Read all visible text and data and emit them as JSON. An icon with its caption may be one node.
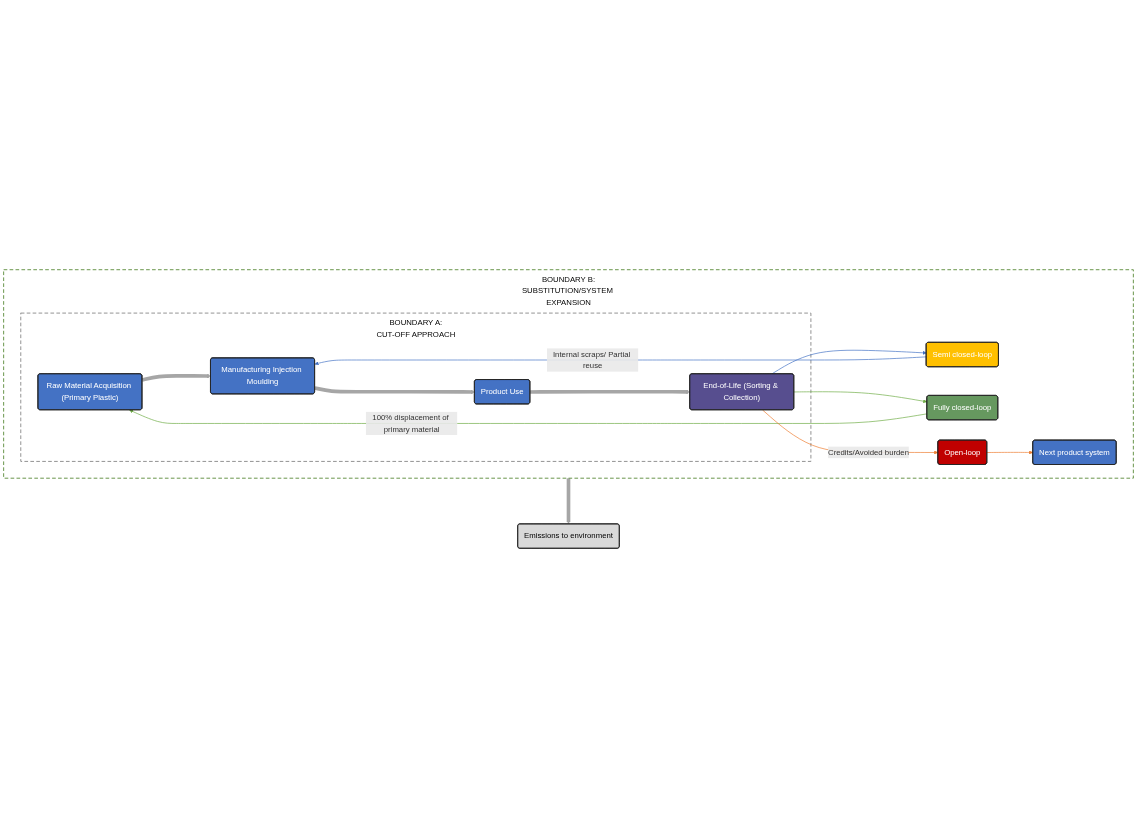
{
  "diagram": {
    "nodes": [
      {
        "text": [
          "BOUNDARY B:",
          "SUBSTITUTION/SYSTEM EXPANSION"
        ]
      },
      {
        "text": [
          "BOUNDARY A:",
          "CUT-OFF APPROACH"
        ],
        "in": 0
      },
      {
        "text": [
          "Raw Material Acquisition (Primary Plastic)"
        ],
        "in": 1
      },
      {
        "text": [
          "Manufacturing Injection Moulding"
        ],
        "in": 1
      },
      {
        "text": [
          "Product Use"
        ],
        "in": 1
      },
      {
        "text": [
          "End-of-Life (Sorting & Collection)"
        ],
        "in": 1
      },
      {
        "text": [
          "Semi closed-loop"
        ],
        "in": 0
      },
      {
        "text": [
          "Fully closed-loop"
        ],
        "in": 0
      },
      {
        "text": [
          "Open-loop"
        ],
        "in": 0
      },
      {
        "text": [
          "Next product system"
        ],
        "in": 0
      },
      {
        "text": [
          "Emissions to environment"
        ]
      }
    ],
    "edges": [
      {
        "from": 2,
        "to": 3,
        "arrow": "to",
        "style": "thick",
        "color": "#a6a6a6"
      },
      {
        "from": 3,
        "to": 4,
        "arrow": "to",
        "style": "thick",
        "color": "#a6a6a6"
      },
      {
        "from": 4,
        "to": 5,
        "arrow": "to",
        "style": "thick",
        "color": "#a6a6a6"
      },
      {
        "from": 5,
        "to": 6,
        "arrow": "to",
        "color": "#4472c4"
      },
      {
        "from": 6,
        "to": 3,
        "arrow": "to",
        "label": "Internal scraps/ Partial reuse",
        "color": "#4472c4"
      },
      {
        "from": 5,
        "to": 7,
        "arrow": "to",
        "color": "#70ad47"
      },
      {
        "from": 7,
        "to": 2,
        "arrow": "to",
        "label": "100% displacement of primary material",
        "color": "#70ad47"
      },
      {
        "from": 5,
        "to": 8,
        "arrow": "to",
        "label": "Credits/Avoided burden",
        "color": "#ed7d31"
      },
      {
        "from": 8,
        "to": 9,
        "arrow": "to",
        "color": "#ed7d31"
      },
      {
        "from": 0,
        "to": 10,
        "arrow": "to",
        "style": "thick",
        "color": "#a6a6a6"
      }
    ]
  }
}
